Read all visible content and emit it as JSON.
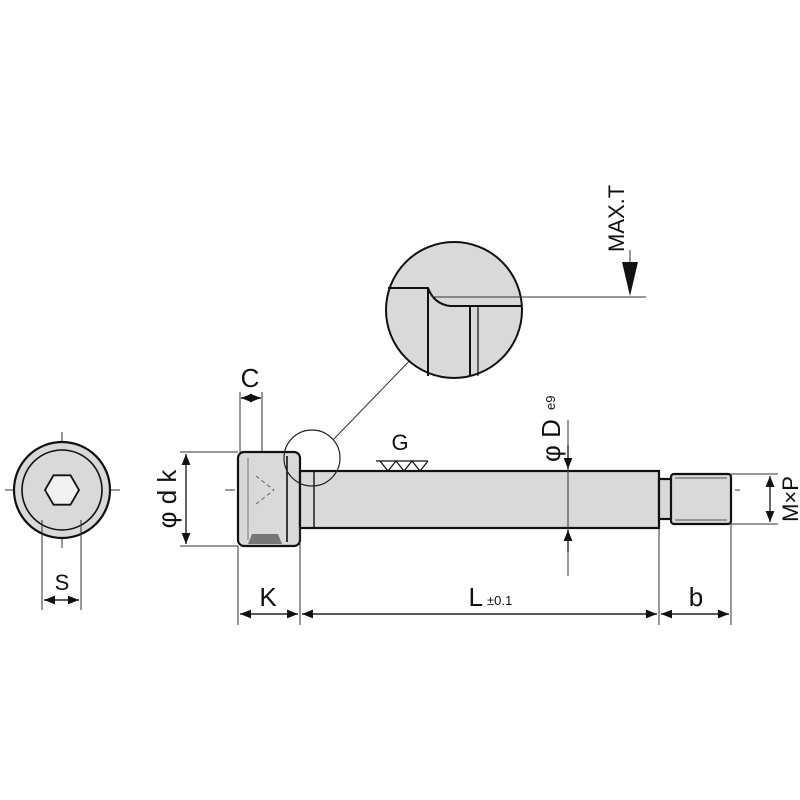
{
  "labels": {
    "s": "S",
    "dk": "φ d k",
    "c": "C",
    "k": "K",
    "g": "G",
    "d_symbol": "φ D",
    "d_tol": "e9",
    "l": "L",
    "l_tol": "±0.1",
    "b": "b",
    "mxp": "M×P",
    "max_t": "MAX.T"
  },
  "colors": {
    "part_fill": "#d9d9d9",
    "outline": "#111111"
  }
}
